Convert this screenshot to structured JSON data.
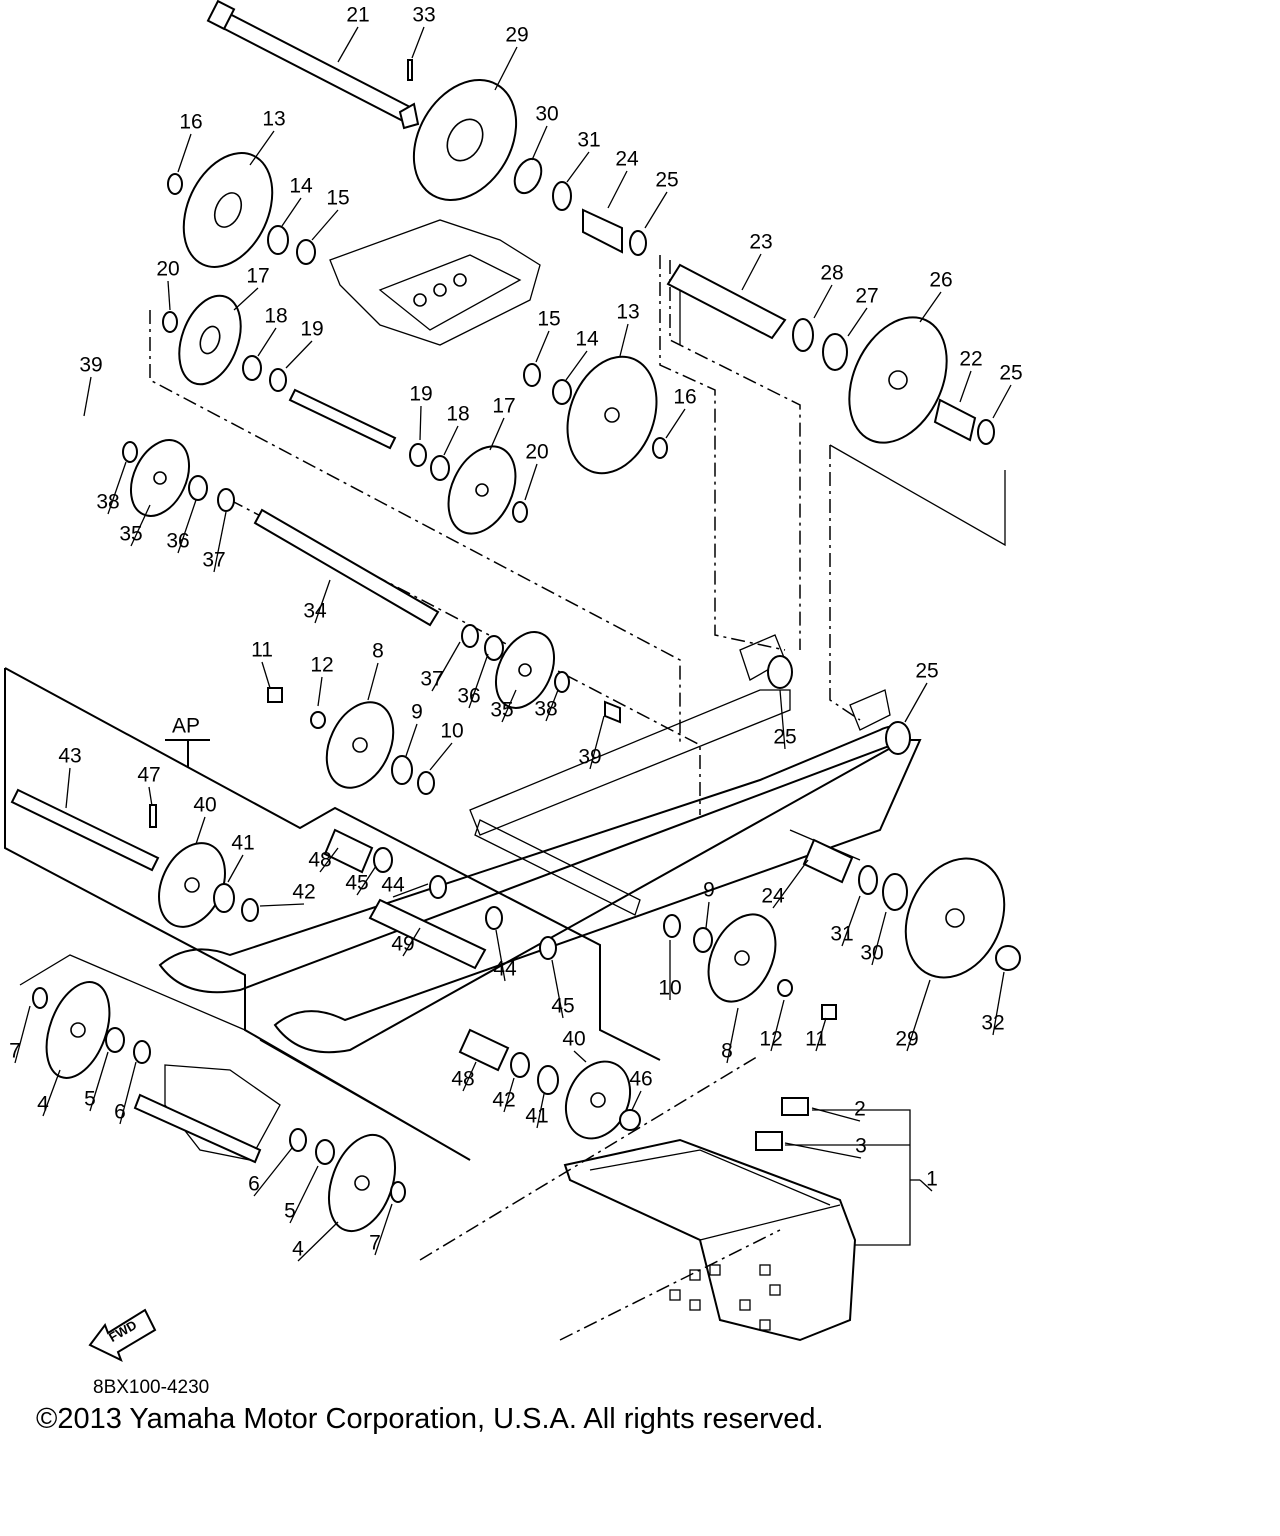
{
  "diagram": {
    "drawing_code": "8BX100-4230",
    "copyright": "©2013 Yamaha Motor Corporation, U.S.A. All rights reserved.",
    "fwd_label": "FWD",
    "ap_label": "AP",
    "callouts": [
      "1",
      "2",
      "3",
      "4",
      "5",
      "6",
      "7",
      "8",
      "9",
      "10",
      "11",
      "12",
      "13",
      "14",
      "15",
      "16",
      "17",
      "18",
      "19",
      "20",
      "21",
      "22",
      "23",
      "24",
      "25",
      "26",
      "27",
      "28",
      "29",
      "30",
      "31",
      "32",
      "33",
      "34",
      "35",
      "36",
      "37",
      "38",
      "39",
      "40",
      "41",
      "42",
      "43",
      "44",
      "45",
      "46",
      "47",
      "48",
      "49"
    ]
  }
}
